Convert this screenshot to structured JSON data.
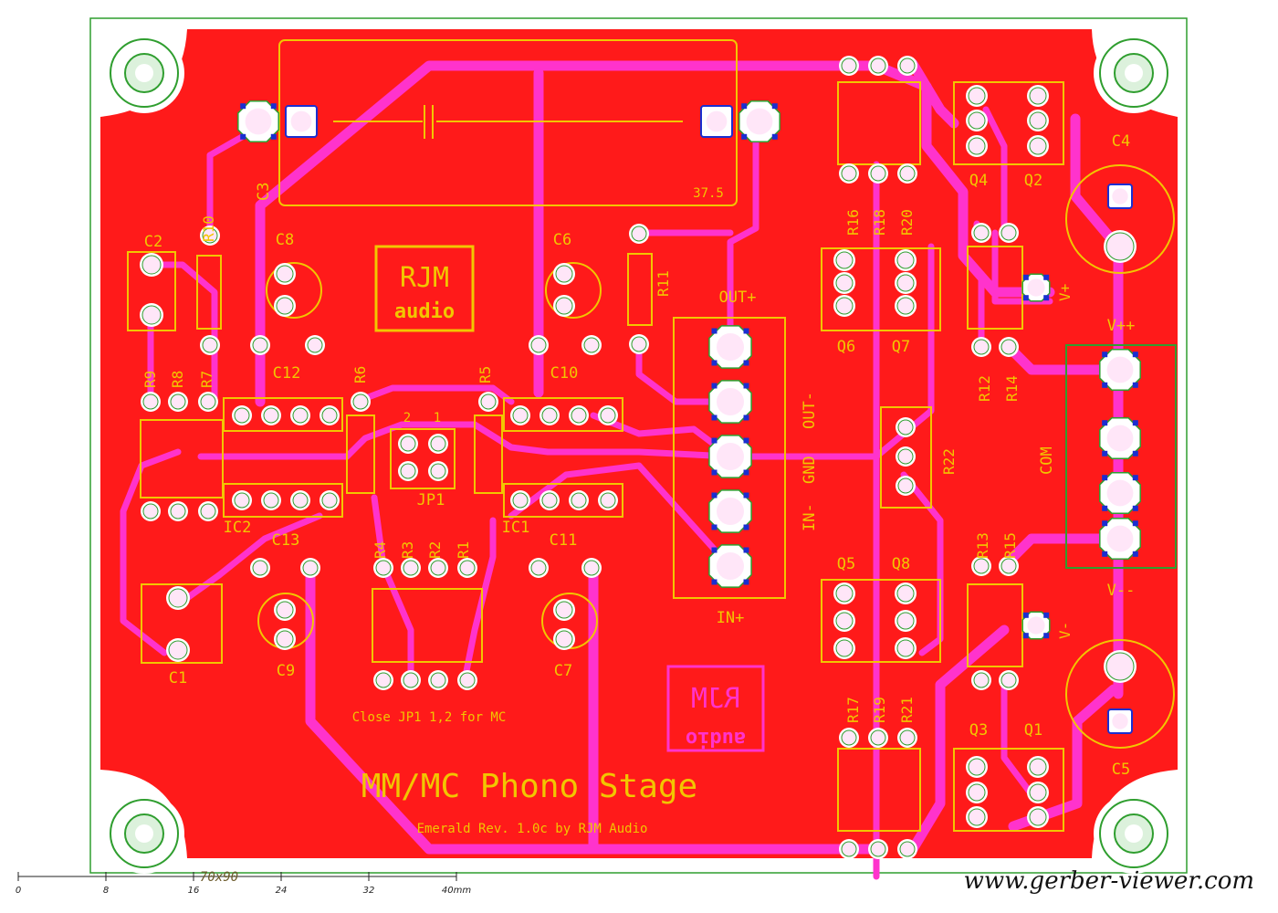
{
  "board": {
    "outline_color": "#2f9e2f",
    "copper_color": "#ff1a1a",
    "trace_color": "#ff33cc",
    "silk_color": "#f2c600",
    "pad_color": "#ffe6f8",
    "pad_edge_color": "#1a2fd0"
  },
  "title": "MM/MC Phono Stage",
  "subtitle": "Emerald Rev. 1.0c by RJM Audio",
  "note": "Close JP1 1,2 for MC",
  "logo": {
    "line1": "RJM",
    "line2": "audio"
  },
  "logo_mirrored": {
    "line1": "RJM",
    "line2": "audio"
  },
  "capacitor_value": "37.5",
  "jumper_pins": {
    "p2": "2",
    "p1": "1"
  },
  "components": {
    "c1": "C1",
    "c2": "C2",
    "c3": "C3",
    "c4": "C4",
    "c5": "C5",
    "c6": "C6",
    "c7": "C7",
    "c8": "C8",
    "c9": "C9",
    "c10": "C10",
    "c11": "C11",
    "c12": "C12",
    "c13": "C13",
    "ic1": "IC1",
    "ic2": "IC2",
    "jp1": "JP1",
    "q1": "Q1",
    "q2": "Q2",
    "q3": "Q3",
    "q4": "Q4",
    "q5": "Q5",
    "q6": "Q6",
    "q7": "Q7",
    "q8": "Q8",
    "r1": "R1",
    "r2": "R2",
    "r3": "R3",
    "r4": "R4",
    "r5": "R5",
    "r6": "R6",
    "r7": "R7",
    "r8": "R8",
    "r9": "R9",
    "r10": "R10",
    "r11": "R11",
    "r12": "R12",
    "r13": "R13",
    "r14": "R14",
    "r15": "R15",
    "r16": "R16",
    "r17": "R17",
    "r18": "R18",
    "r19": "R19",
    "r20": "R20",
    "r21": "R21",
    "r22": "R22"
  },
  "connector_labels": {
    "out_plus": "OUT+",
    "out_minus": "OUT-",
    "gnd": "GND",
    "in_minus": "IN-",
    "in_plus": "IN+",
    "vpp": "V++",
    "com": "COM",
    "vmm": "V--",
    "vplus": "V+",
    "vminus": "V-"
  },
  "ruler": {
    "ticks": [
      "0",
      "8",
      "16",
      "24",
      "32",
      "40mm"
    ],
    "size_label": "70x90"
  },
  "watermark": "www.gerber-viewer.com"
}
